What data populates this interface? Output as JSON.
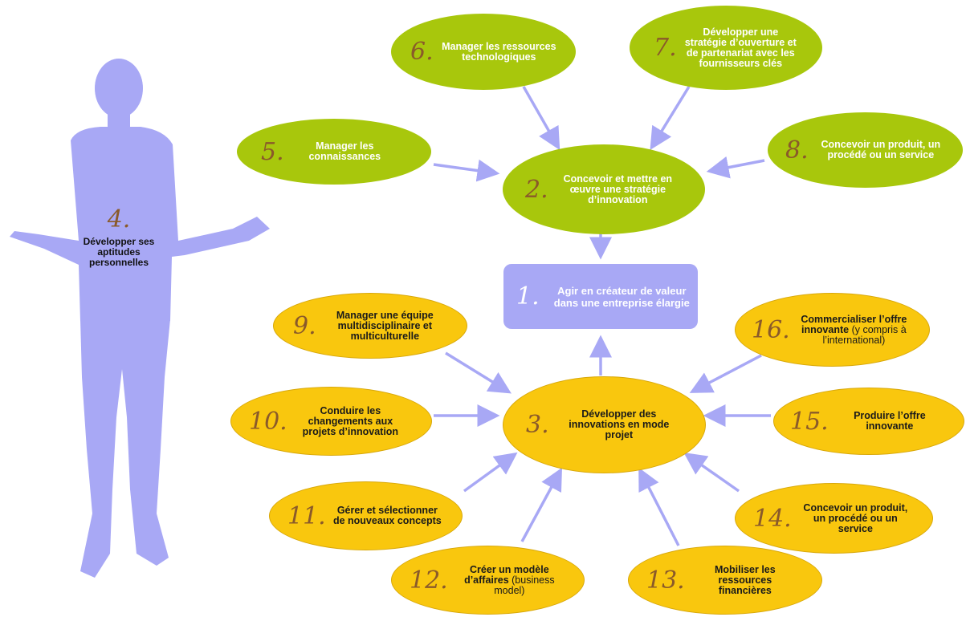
{
  "colors": {
    "green": "#a8c70c",
    "yellow": "#f9c70e",
    "lavender": "#a8a8f5",
    "arrow": "#a8a8f5",
    "number": "#8a5a2a"
  },
  "center": {
    "num": "1.",
    "text": "Agir en créateur de valeur dans une entreprise élargie"
  },
  "person": {
    "num": "4.",
    "text": "Développer ses aptitudes personnelles"
  },
  "nodes": {
    "n2": {
      "num": "2.",
      "text": "Concevoir et mettre en œuvre une stratégie d’innovation"
    },
    "n3": {
      "num": "3.",
      "text": "Développer des innovations en mode projet"
    },
    "n5": {
      "num": "5.",
      "text": "Manager les connaissances"
    },
    "n6": {
      "num": "6.",
      "text": "Manager les ressources technologiques"
    },
    "n7": {
      "num": "7.",
      "text": "Développer une stratégie d’ouverture et de partenariat avec les fournisseurs clés"
    },
    "n8": {
      "num": "8.",
      "text": "Concevoir un produit, un procédé ou un service"
    },
    "n9": {
      "num": "9.",
      "text": "Manager une équipe multidisciplinaire et multiculturelle"
    },
    "n10": {
      "num": "10.",
      "text": "Conduire les changements aux projets d’innovation"
    },
    "n11": {
      "num": "11.",
      "text": "Gérer et sélectionner de nouveaux concepts"
    },
    "n12": {
      "num": "12.",
      "text": "Créer un modèle d’affaires",
      "extra": "(business model)"
    },
    "n13": {
      "num": "13.",
      "text": "Mobiliser les ressources financières"
    },
    "n14": {
      "num": "14.",
      "text": "Concevoir un produit, un procédé ou un service"
    },
    "n15": {
      "num": "15.",
      "text": "Produire l’offre innovante"
    },
    "n16": {
      "num": "16.",
      "text": "Commercialiser l’offre innovante",
      "extra": "(y compris à l’international)"
    }
  }
}
